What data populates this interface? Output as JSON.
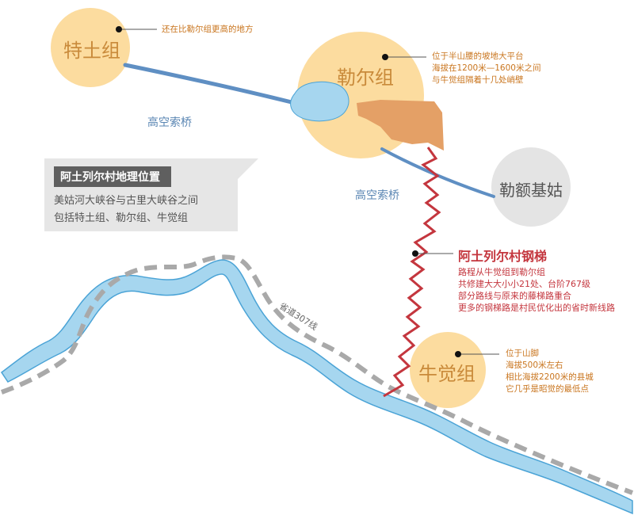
{
  "map": {
    "groups": {
      "tetu": {
        "name": "特土组",
        "note": [
          "还在比勒尔组更高的地方"
        ]
      },
      "leer": {
        "name": "勒尔组",
        "note": [
          "位于半山腰的坡地大平台",
          "海拔在1200米—1600米之间",
          "与牛觉组隔着十几处峭壁"
        ]
      },
      "niujue": {
        "name": "牛觉组",
        "note": [
          "位于山脚",
          "海拔500米左右",
          "相比海拔2200米的县城",
          "它几乎是昭觉的最低点"
        ]
      },
      "leejigu": {
        "name": "勒额基姑"
      }
    },
    "cableway_label_1": "高空索桥",
    "cableway_label_2": "高空索桥",
    "ladder": {
      "title": "阿土列尔村钢梯",
      "lines": [
        "路程从牛觉组到勒尔组",
        "共修建大大小小21处、台阶767级",
        "部分路线与原来的藤梯路重合",
        "更多的钢梯路是村民优化出的省时新线路"
      ]
    },
    "info": {
      "title": "阿土列尔村地理位置",
      "lines": [
        "美姑河大峡谷与古里大峡谷之间",
        "包括特土组、勒尔组、牛觉组"
      ]
    },
    "road_label": "省道307线",
    "colors": {
      "group_circle": "#fcdc9f",
      "gray_circle": "#e4e4e4",
      "cable": "#5f8fc3",
      "river": "#a6d6ef",
      "river_edge": "#4aa3d6",
      "road": "#a9a9a9",
      "ladder": "#c4363e",
      "platform": "#e4a066"
    }
  }
}
